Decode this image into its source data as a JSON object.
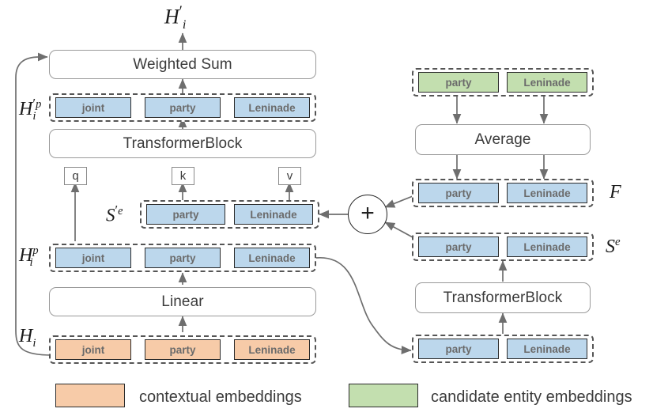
{
  "figure": {
    "top_output_label": "H'i",
    "legend": [
      {
        "swatch_color": "#f7cba8",
        "label": "contextual embeddings",
        "name": "contextual"
      },
      {
        "swatch_color": "#c3dfaf",
        "label": "candidate entity embeddings",
        "name": "candidate"
      }
    ],
    "colors": {
      "blue": "#bcd7ec",
      "orange": "#f7cba8",
      "green": "#c3dfaf",
      "chip_border": "#2b2b2b",
      "dashed_border": "#555555",
      "box_border": "#9a9a9a",
      "arrow": "#6e6e6e",
      "text": "#3b3b3b"
    }
  },
  "left_column": {
    "weighted_sum": {
      "label": "Weighted Sum"
    },
    "transformer_block": {
      "label": "TransformerBlock"
    },
    "linear": {
      "label": "Linear"
    },
    "qkv": [
      {
        "label": "q"
      },
      {
        "label": "k"
      },
      {
        "label": "v"
      }
    ],
    "h_prime_p_group": {
      "label_base": "H",
      "label_sub": "i",
      "label_prime": "'",
      "label_sup": "p",
      "tokens": [
        "joint",
        "party",
        "Leninade"
      ],
      "color": "blue"
    },
    "h_p_group": {
      "label_base": "H",
      "label_sub": "i",
      "label_sup": "p",
      "tokens": [
        "joint",
        "party",
        "Leninade"
      ],
      "color": "blue"
    },
    "h_group": {
      "label_base": "H",
      "label_sub": "i",
      "tokens": [
        "joint",
        "party",
        "Leninade"
      ],
      "color": "orange"
    },
    "s_prime_e_group": {
      "label_base": "S",
      "label_prime": "'",
      "label_sup": "e",
      "tokens": [
        "party",
        "Leninade"
      ],
      "color": "blue"
    }
  },
  "right_column": {
    "candidate_group": {
      "tokens": [
        "party",
        "Leninade"
      ],
      "color": "green"
    },
    "average": {
      "label": "Average"
    },
    "f_group": {
      "label_base": "F",
      "tokens": [
        "party",
        "Leninade"
      ],
      "color": "blue"
    },
    "s_e_group": {
      "label_base": "S",
      "label_sup": "e",
      "tokens": [
        "party",
        "Leninade"
      ],
      "color": "blue"
    },
    "transformer_block": {
      "label": "TransformerBlock"
    },
    "bottom_group": {
      "tokens": [
        "party",
        "Leninade"
      ],
      "color": "blue"
    },
    "plus": {
      "label": "+"
    }
  }
}
